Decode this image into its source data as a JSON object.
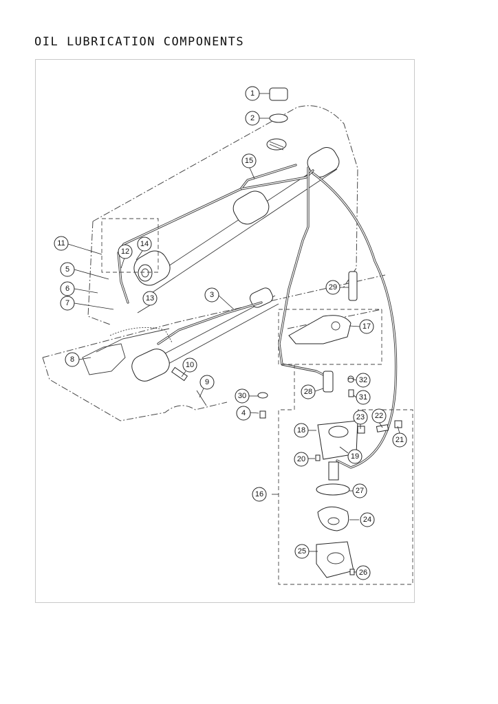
{
  "title": "OIL LUBRICATION COMPONENTS",
  "callouts": [
    {
      "label": "1"
    },
    {
      "label": "2"
    },
    {
      "label": "3"
    },
    {
      "label": "4"
    },
    {
      "label": "5"
    },
    {
      "label": "6"
    },
    {
      "label": "7"
    },
    {
      "label": "8"
    },
    {
      "label": "9"
    },
    {
      "label": "10"
    },
    {
      "label": "11"
    },
    {
      "label": "12"
    },
    {
      "label": "13"
    },
    {
      "label": "14"
    },
    {
      "label": "15"
    },
    {
      "label": "16"
    },
    {
      "label": "17"
    },
    {
      "label": "18"
    },
    {
      "label": "19"
    },
    {
      "label": "20"
    },
    {
      "label": "21"
    },
    {
      "label": "22"
    },
    {
      "label": "23"
    },
    {
      "label": "24"
    },
    {
      "label": "25"
    },
    {
      "label": "26"
    },
    {
      "label": "27"
    },
    {
      "label": "28"
    },
    {
      "label": "29"
    },
    {
      "label": "30"
    },
    {
      "label": "31"
    },
    {
      "label": "32"
    }
  ]
}
